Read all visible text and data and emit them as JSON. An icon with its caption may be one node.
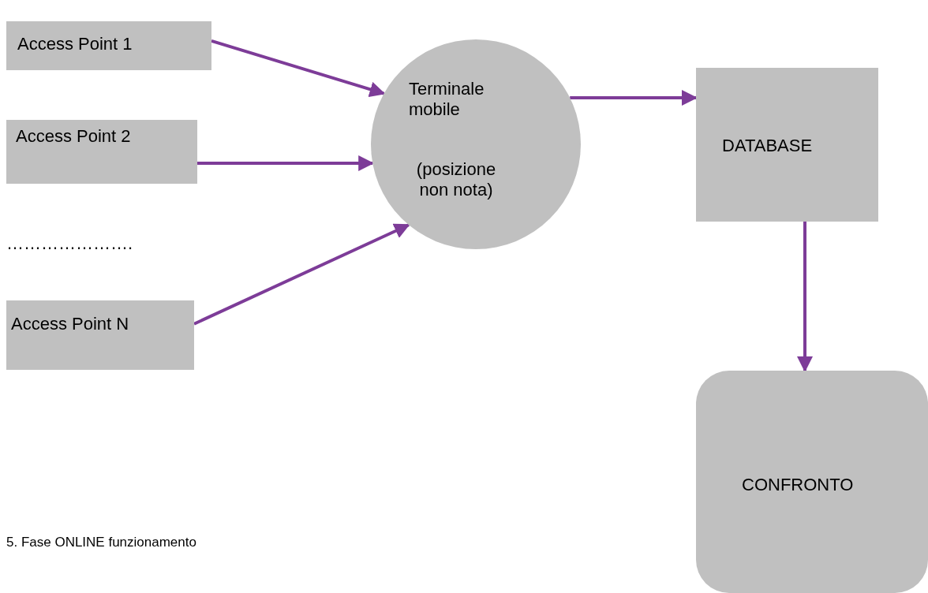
{
  "diagram": {
    "nodes": [
      {
        "text": [
          "Access Point 1"
        ]
      },
      {
        "text": [
          "Access Point 2"
        ]
      },
      {
        "text": [
          "Access Point N"
        ]
      },
      {
        "text": [
          "Terminale mobile",
          "(posizione non nota)"
        ]
      },
      {
        "text": [
          "DATABASE"
        ]
      },
      {
        "text": [
          "CONFRONTO"
        ]
      }
    ],
    "edges": [
      {
        "from": 0,
        "to": 3,
        "arrow": "to"
      },
      {
        "from": 1,
        "to": 3,
        "arrow": "to"
      },
      {
        "from": 2,
        "to": 3,
        "arrow": "to"
      },
      {
        "from": 3,
        "to": 4,
        "arrow": "to"
      },
      {
        "from": 4,
        "to": 5,
        "arrow": "to"
      }
    ],
    "labels": [
      "………………….",
      "5. Fase ONLINE funzionamento"
    ]
  }
}
